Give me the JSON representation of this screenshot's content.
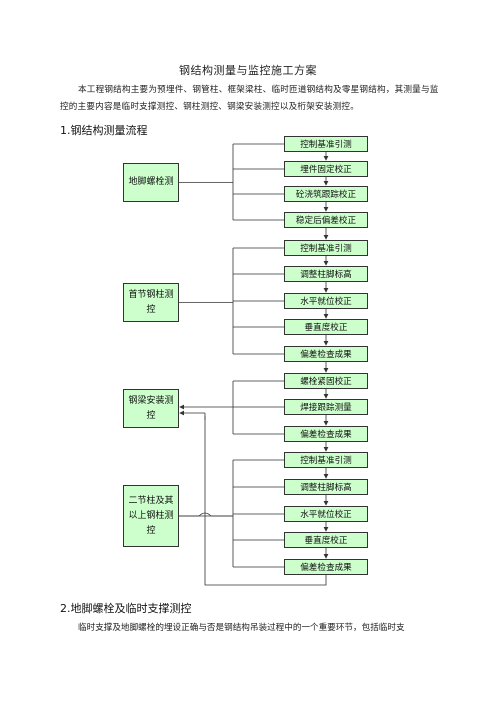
{
  "document": {
    "title": "钢结构测量与监控施工方案",
    "intro": "本工程钢结构主要为预埋件、钢管柱、框架梁柱、临时匝道钢结构及零星钢结构，其测量与监控的主要内容是临时支撑测控、钢柱测控、钢梁安装测控以及桁架安装测控。",
    "section1_heading": "1.钢结构测量流程",
    "section2_heading": "2.地脚螺栓及临时支撑测控",
    "section2_text": "临时支撑及地脚螺栓的埋设正确与否是钢结构吊装过程中的一个重要环节，包括临时支"
  },
  "flowchart": {
    "groups": [
      {
        "label": "地脚螺栓测"
      },
      {
        "label": "首节钢柱测控"
      },
      {
        "label": "钢梁安装测控"
      },
      {
        "label": "二节柱及其以上钢柱测控"
      }
    ],
    "steps": [
      "控制基准引测",
      "埋件固定校正",
      "砼浇筑跟踪校正",
      "稳定后偏差校正",
      "控制基准引测",
      "调整柱脚标高",
      "水平就位校正",
      "垂直度校正",
      "偏差检查成果",
      "螺栓紧固校正",
      "焊接跟踪测量",
      "偏差检查成果",
      "控制基准引测",
      "调整柱脚标高",
      "水平就位校正",
      "垂直度校正",
      "偏差检查成果"
    ]
  },
  "colors": {
    "box_fill": "#ccffcc",
    "line": "#333333"
  }
}
